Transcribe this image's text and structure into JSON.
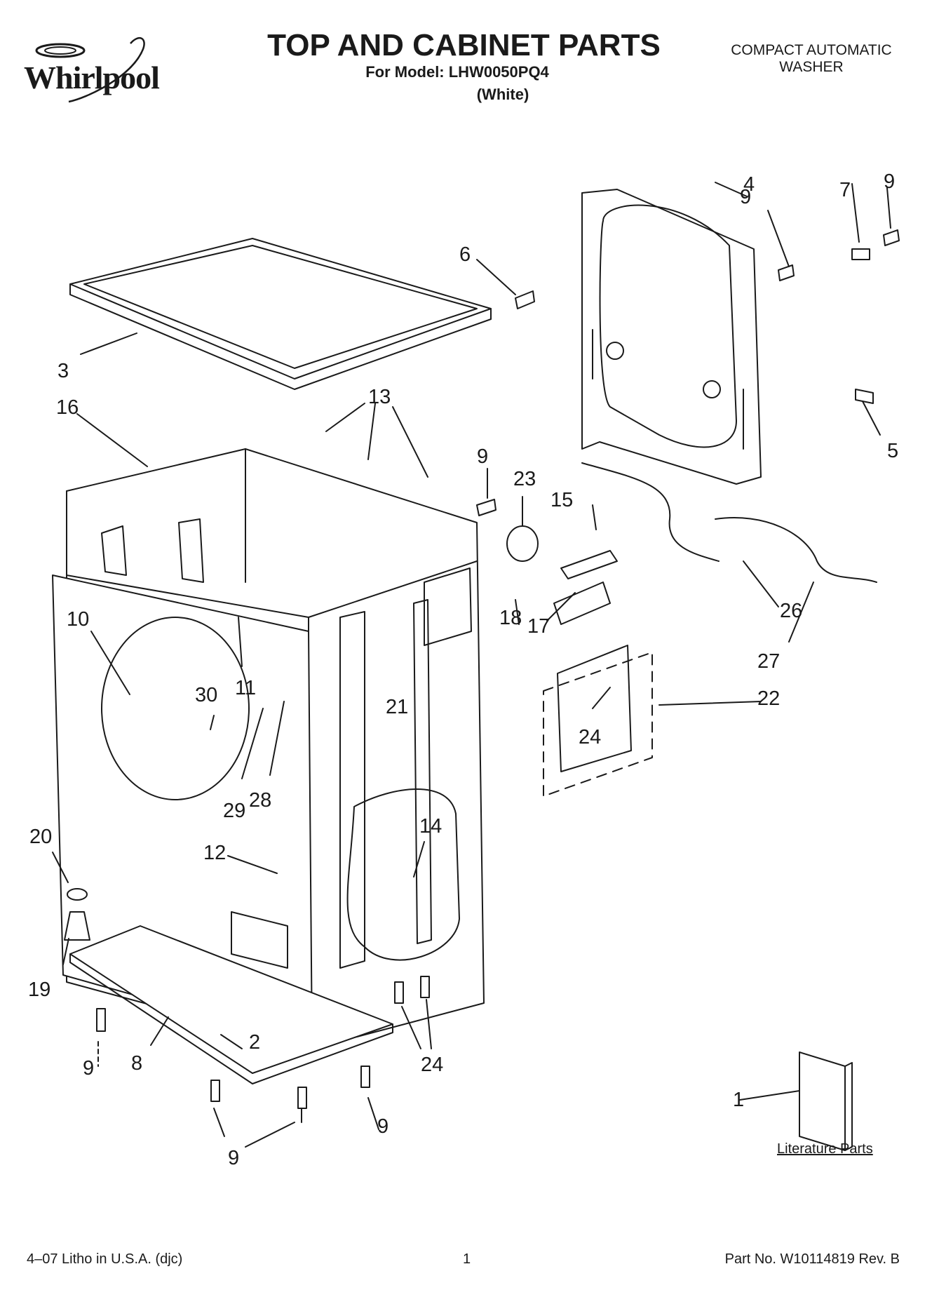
{
  "brand": "Whirlpool",
  "header": {
    "title": "TOP AND CABINET PARTS",
    "model_line": "For Model: LHW0050PQ4",
    "color": "(White)",
    "product_type_line1": "COMPACT AUTOMATIC",
    "product_type_line2": "WASHER"
  },
  "callouts": [
    "1",
    "2",
    "3",
    "4",
    "5",
    "6",
    "7",
    "8",
    "9",
    "10",
    "11",
    "12",
    "13",
    "14",
    "15",
    "16",
    "17",
    "18",
    "19",
    "20",
    "21",
    "22",
    "23",
    "24",
    "26",
    "27",
    "28",
    "29",
    "30"
  ],
  "literature_label": "Literature Parts",
  "footer": {
    "litho": "4–07 Litho in U.S.A. (djc)",
    "page": "1",
    "part_no": "Part No. W10114819 Rev. B"
  }
}
